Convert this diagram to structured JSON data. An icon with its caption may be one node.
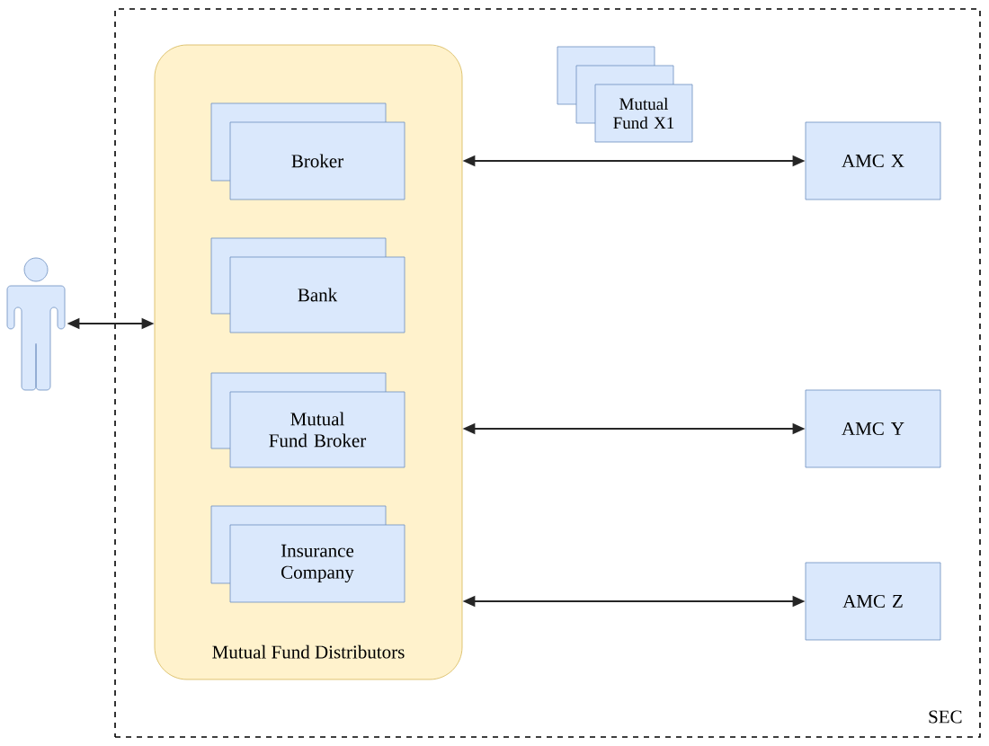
{
  "diagram": {
    "nodes": [
      {
        "text": [
          "SEC"
        ]
      },
      {
        "text": [
          "Mutual Fund Distributors"
        ],
        "in": 0
      },
      {
        "text": [
          "Broker"
        ],
        "in": 1
      },
      {
        "text": [
          "Bank"
        ],
        "in": 1
      },
      {
        "text": [
          "Mutual Fund Broker"
        ],
        "in": 1
      },
      {
        "text": [
          "Insurance Company"
        ],
        "in": 1
      },
      {
        "text": [
          "Mutual Fund X1"
        ],
        "in": 0
      },
      {
        "text": [
          "AMC X"
        ],
        "in": 0
      },
      {
        "text": [
          "AMC Y"
        ],
        "in": 0
      },
      {
        "text": [
          "AMC Z"
        ],
        "in": 0
      },
      {
        "text": [],
        "shape": "person"
      }
    ],
    "edges": [
      {
        "from": 10,
        "to": 1,
        "arrow": "both"
      },
      {
        "from": 1,
        "to": 7,
        "arrow": "both"
      },
      {
        "from": 1,
        "to": 8,
        "arrow": "both"
      },
      {
        "from": 1,
        "to": 9,
        "arrow": "both"
      }
    ]
  }
}
